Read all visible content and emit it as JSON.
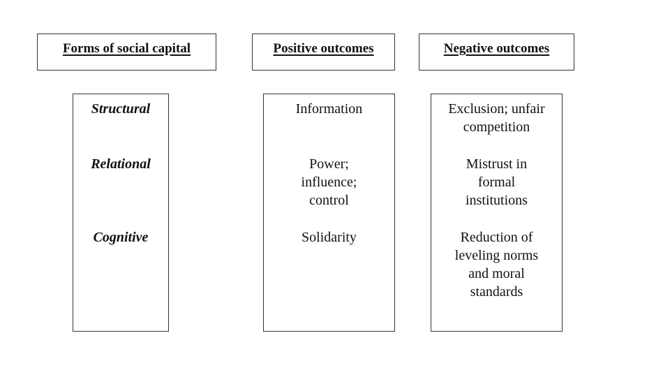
{
  "headers": {
    "forms": "Forms of social capital",
    "positive": "Positive outcomes",
    "negative": "Negative outcomes"
  },
  "forms": [
    "Structural",
    "Relational",
    "Cognitive"
  ],
  "positive_outcomes": [
    "Information",
    "Power;\ninfluence;\ncontrol",
    "Solidarity"
  ],
  "negative_outcomes": [
    "Exclusion; unfair\ncompetition",
    "Mistrust in\nformal\ninstitutions",
    "Reduction of\nleveling norms\nand moral\nstandards"
  ]
}
